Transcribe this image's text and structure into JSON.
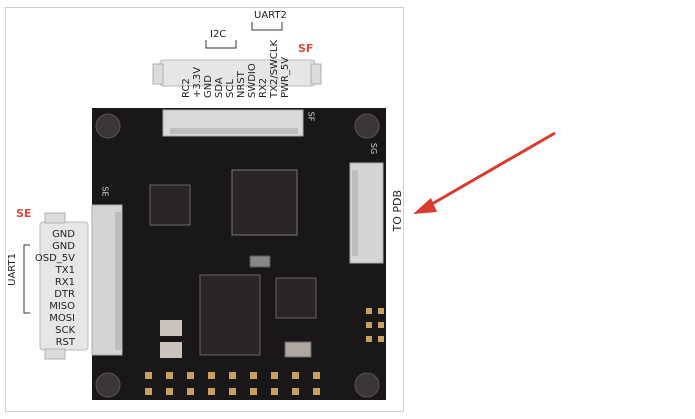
{
  "diagram": {
    "top_group_labels": {
      "i2c": "I2C",
      "uart2": "UART2"
    },
    "top_connector_name": "SF",
    "top_pins": [
      "RC2",
      "+3.3V",
      "GND",
      "SDA",
      "SCL",
      "NRST",
      "SWDIO",
      "RX2",
      "TX2/SWCLK",
      "PWR_5V"
    ],
    "left_connector_name": "SE",
    "left_group_label": "UART1",
    "left_pins": [
      "GND",
      "GND",
      "OSD_5V",
      "TX1",
      "RX1",
      "DTR",
      "MISO",
      "MOSI",
      "SCK",
      "RST"
    ],
    "right_connector_label": "TO PDB",
    "silk_labels": {
      "sf": "SF",
      "sg": "SG",
      "se": "SE"
    },
    "colors": {
      "board": "#1a1719",
      "connector": "#d8d8d8",
      "arrow": "#d93b2d",
      "accent_label": "#e0483c"
    }
  }
}
